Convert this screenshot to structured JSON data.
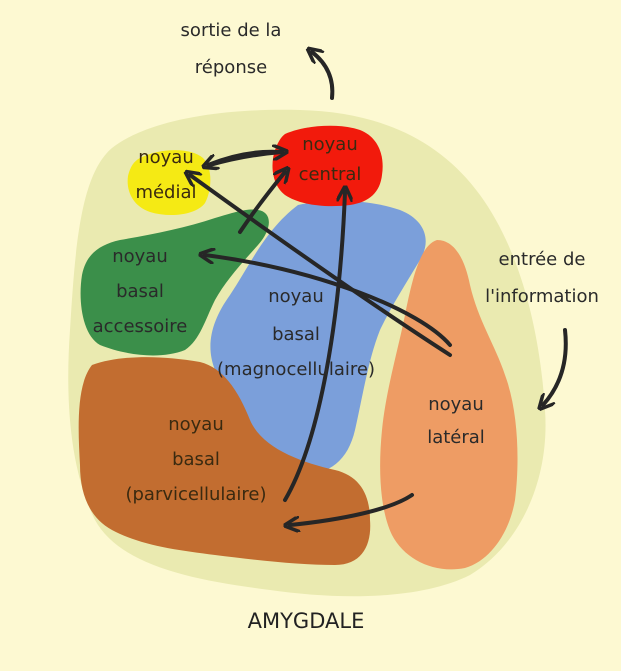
{
  "title": "AMYGDALE",
  "output_label": [
    "sortie de la",
    "réponse"
  ],
  "input_label": [
    "entrée de",
    "l'information"
  ],
  "nuclei": {
    "medial": [
      "noyau",
      "médial"
    ],
    "central": [
      "noyau",
      "central"
    ],
    "basal_accessoire": [
      "noyau",
      "basal",
      "accessoire"
    ],
    "basal_magno": [
      "noyau",
      "basal",
      "(magnocellulaire)"
    ],
    "basal_parvi": [
      "noyau",
      "basal",
      "(parvicellulaire)"
    ],
    "lateral": [
      "noyau",
      "latéral"
    ]
  },
  "colors": {
    "background": "#fdf9d2",
    "amygdala_outline": "#eaeab0",
    "medial": "#f5ea14",
    "central": "#f21a0c",
    "basal_accessoire": "#3b8f4a",
    "basal_magno": "#7b9fda",
    "basal_parvi": "#c26d30",
    "lateral": "#ee9c64",
    "arrows": "#262626"
  }
}
